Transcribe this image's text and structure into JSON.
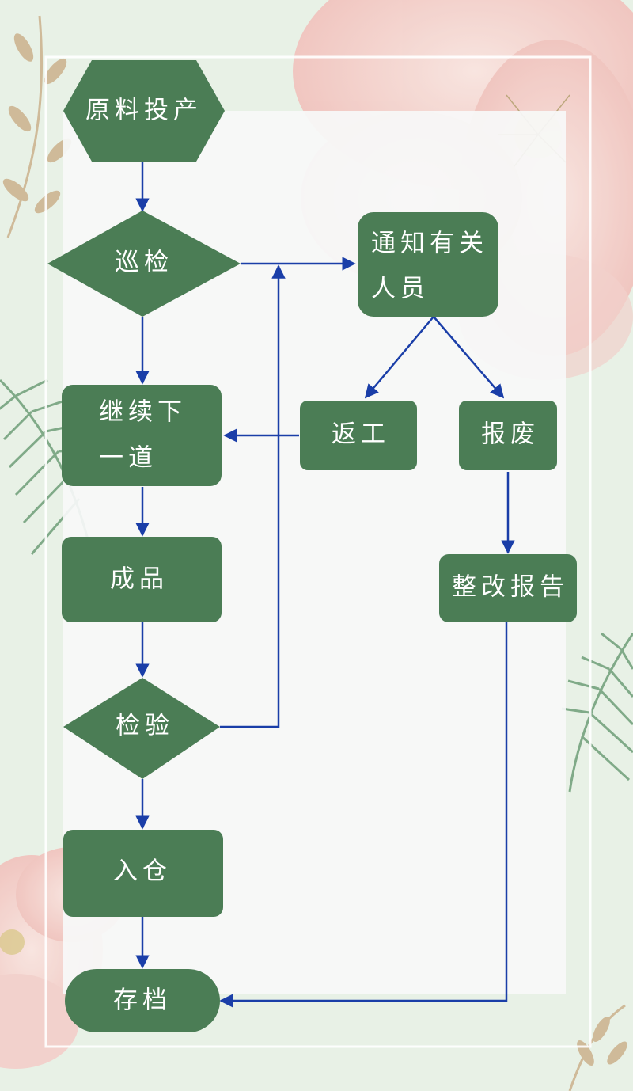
{
  "nodes": {
    "start": "原料投产",
    "patrol": "巡检",
    "notify_line1": "通知有关",
    "notify_line2": "人员",
    "next_line1": "继续下",
    "next_line2": "一道",
    "rework": "返工",
    "scrap": "报废",
    "product": "成品",
    "rectify": "整改报告",
    "inspect": "检验",
    "storage": "入仓",
    "archive": "存档"
  },
  "colors": {
    "node_fill": "#4b7d55",
    "arrow": "#1a3ea8",
    "page_bg": "#e8f1e6",
    "panel": "#f7f9f8",
    "flower": "#f2c6c3",
    "leaf": "#6e9e78",
    "twig": "#c9ad86"
  }
}
